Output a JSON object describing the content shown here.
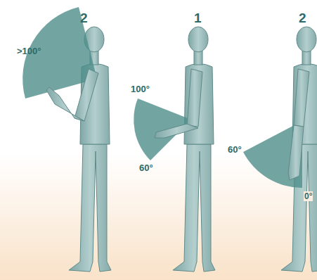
{
  "diagram": {
    "labels": [
      "2",
      "1",
      "2",
      ">100°",
      "100°",
      "60°",
      "60°",
      "0°"
    ]
  }
}
